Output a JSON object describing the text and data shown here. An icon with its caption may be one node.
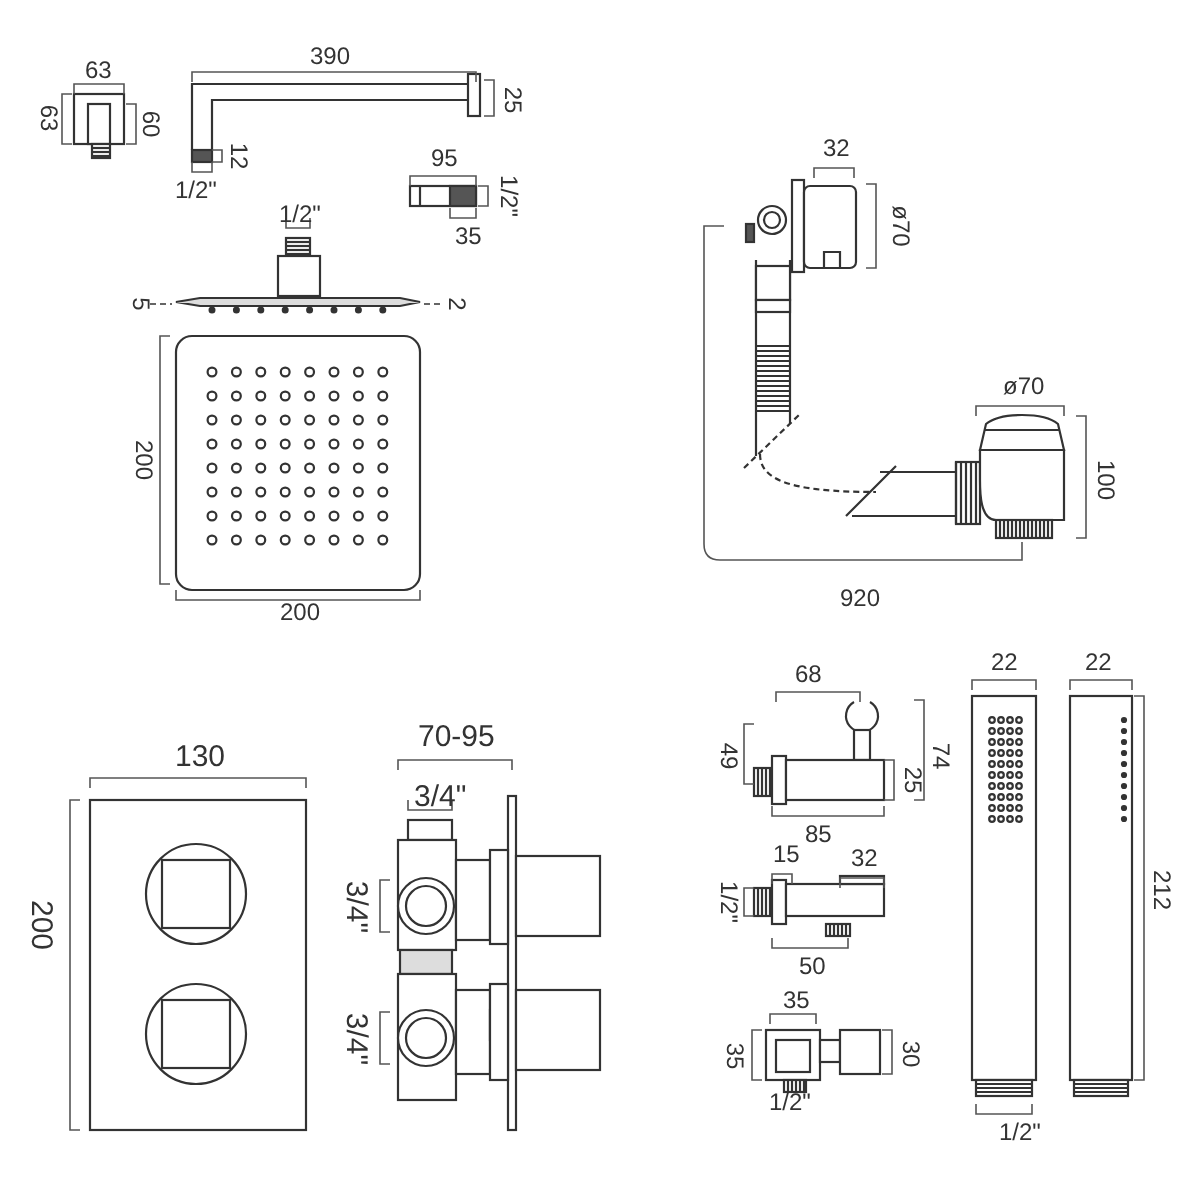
{
  "diagram": {
    "labels": [
      "63",
      "390",
      "63",
      "60",
      "25",
      "12",
      "1/2\"",
      "95",
      "1/2\"",
      "35",
      "1/2\"",
      "5",
      "2",
      "200",
      "200",
      "32",
      "ø70",
      "ø70",
      "100",
      "920",
      "130",
      "70-95",
      "3/4\"",
      "200",
      "3/4\"",
      "3/4\"",
      "68",
      "22",
      "22",
      "49",
      "74",
      "25",
      "85",
      "212",
      "15",
      "32",
      "1/2\"",
      "50",
      "35",
      "35",
      "30",
      "1/2\"",
      "1/2\""
    ]
  }
}
